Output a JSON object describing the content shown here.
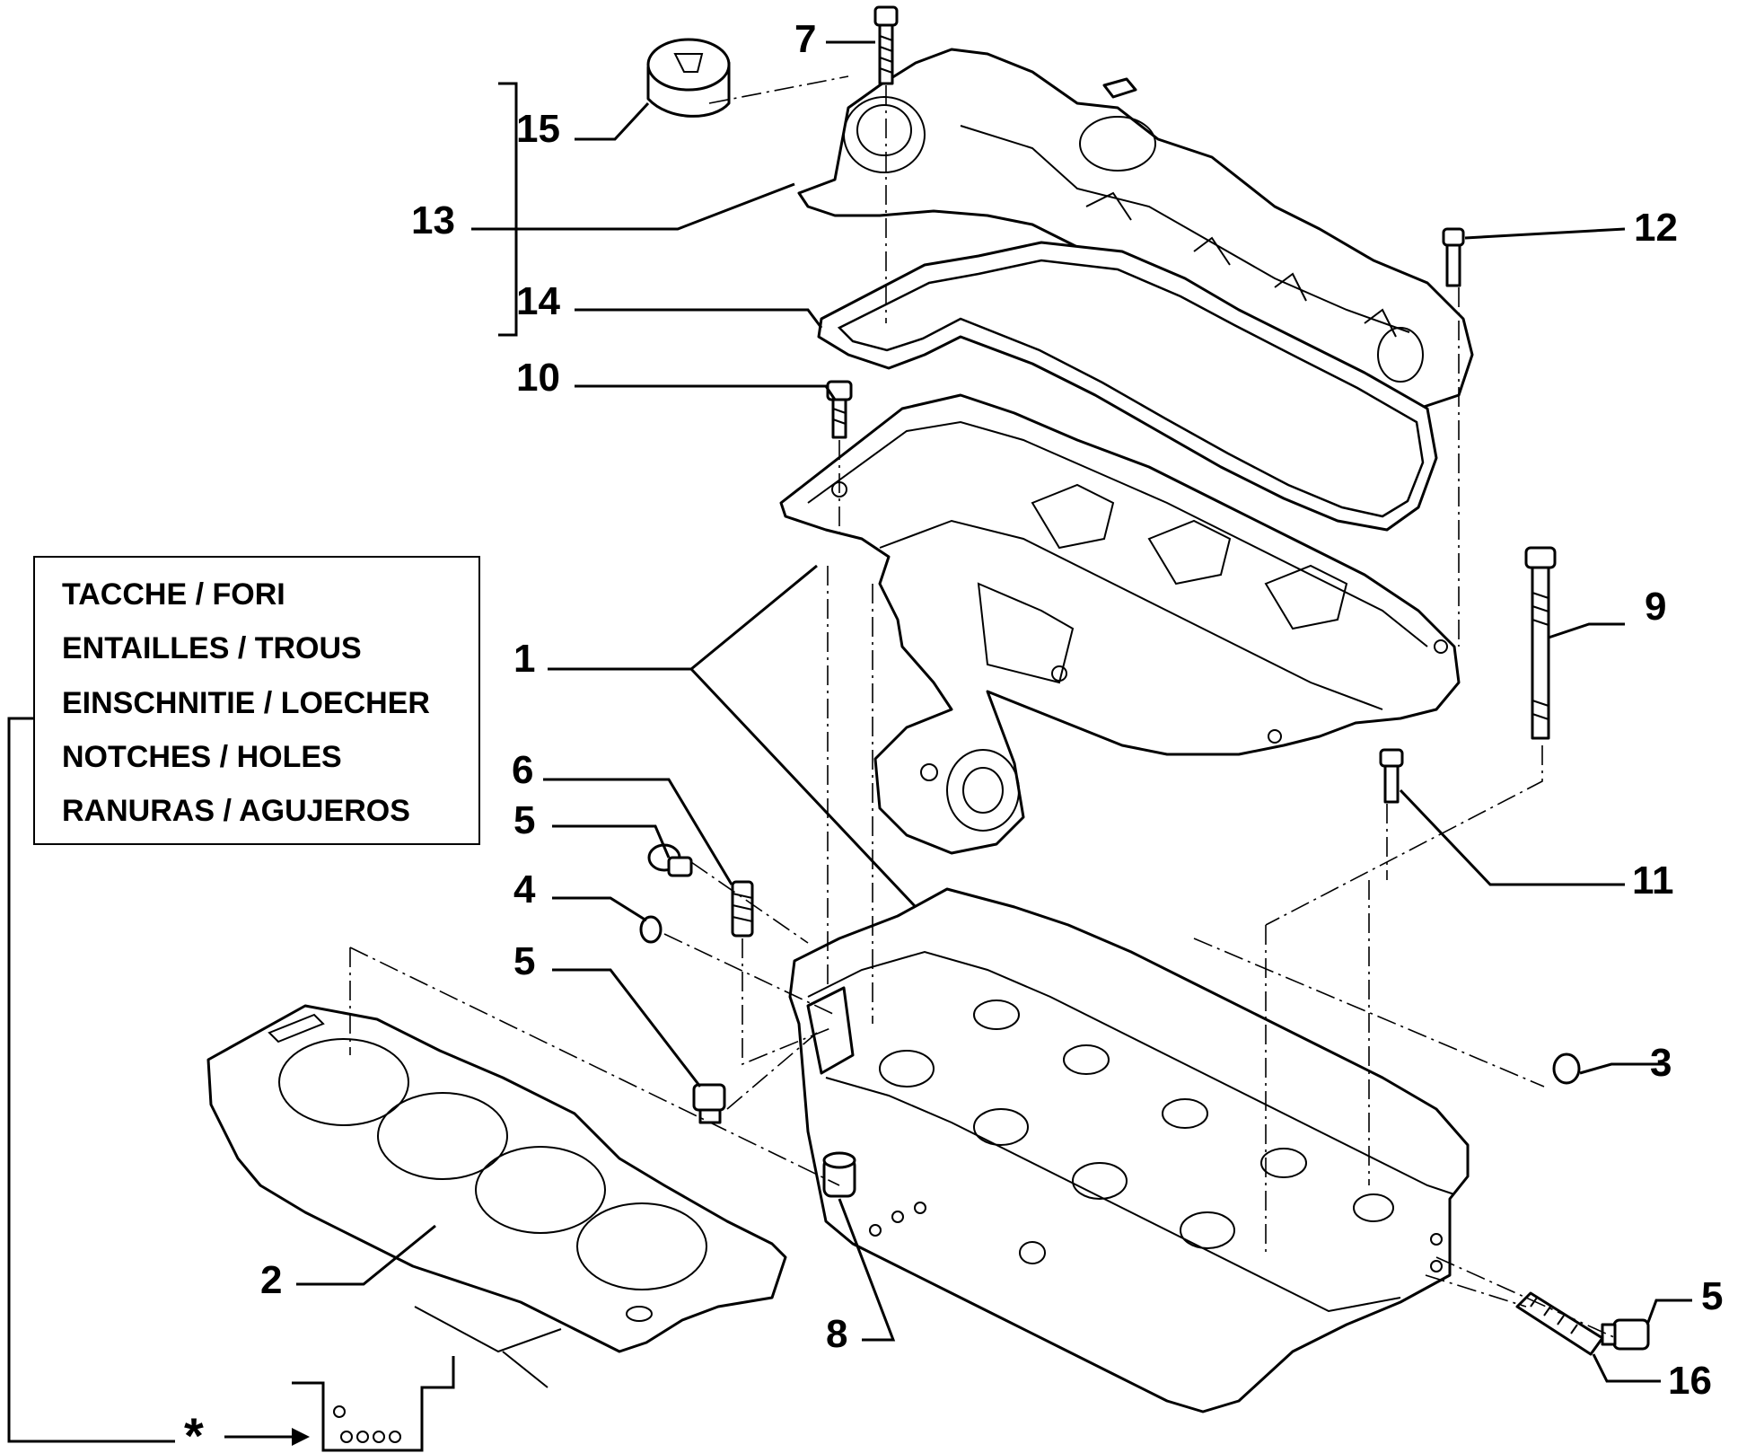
{
  "callouts": {
    "c1": "1",
    "c2": "2",
    "c3": "3",
    "c4": "4",
    "c5a": "5",
    "c5b": "5",
    "c5c": "5",
    "c6": "6",
    "c7": "7",
    "c8": "8",
    "c9": "9",
    "c10": "10",
    "c11": "11",
    "c12": "12",
    "c13": "13",
    "c14": "14",
    "c15": "15",
    "c16": "16"
  },
  "legend": {
    "lines": [
      "TACCHE / FORI",
      "ENTAILLES / TROUS",
      "EINSCHNITIE / LOECHER",
      "NOTCHES / HOLES",
      "RANURAS / AGUJEROS"
    ]
  },
  "note_marker": "*"
}
